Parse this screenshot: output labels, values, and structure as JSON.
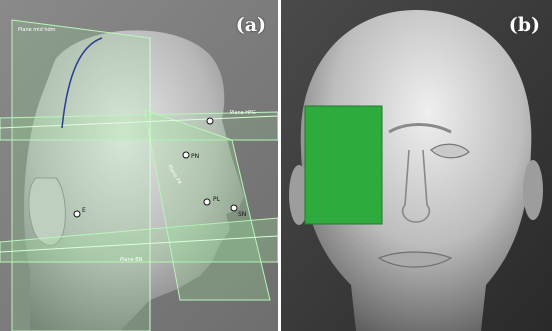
{
  "figure": {
    "panel_a": {
      "tag": "(a)",
      "plane_labels": {
        "midsagittal": "Plane mid hdm",
        "frankfort": "Plane HFG",
        "lower": "Plane BN",
        "oblique": "Plane FR"
      },
      "landmarks": {
        "pn": "PN",
        "nose": "PL",
        "subnasale": "SN",
        "ear": "E"
      }
    },
    "panel_b": {
      "tag": "(b)",
      "overlay_color": "#2faa3c"
    }
  }
}
